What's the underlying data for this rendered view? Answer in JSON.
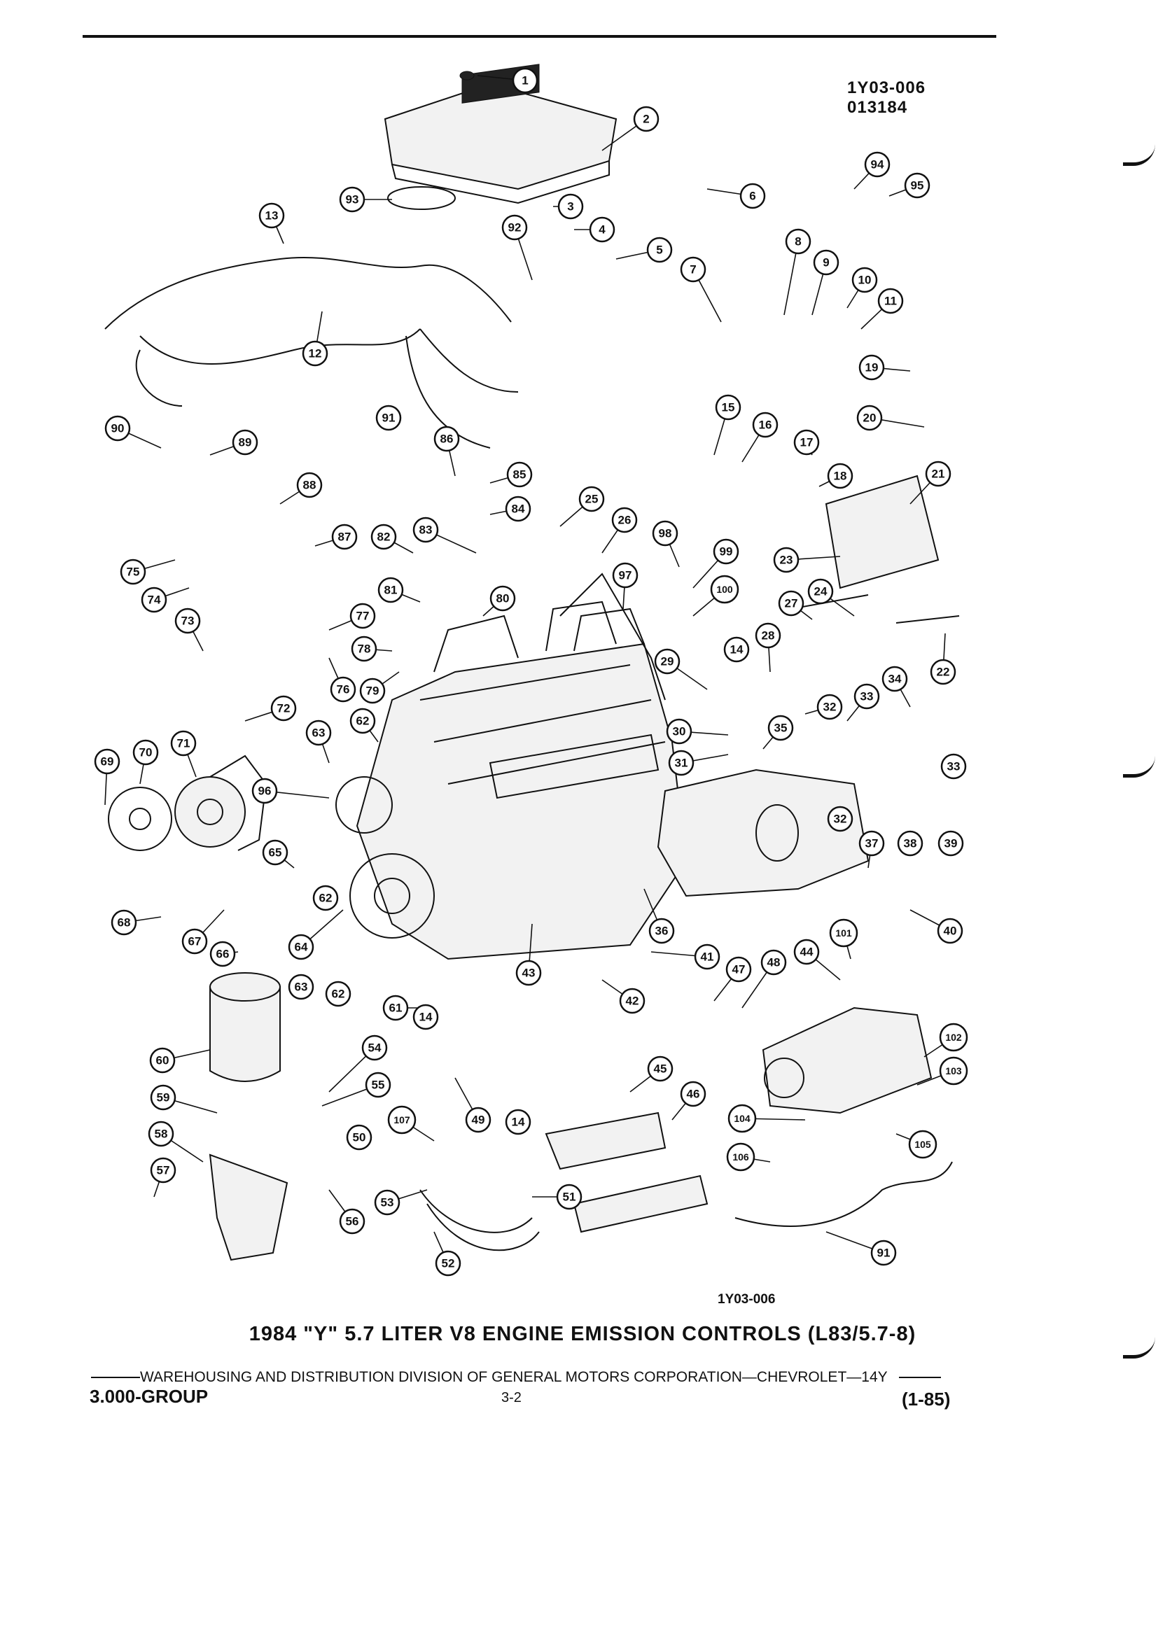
{
  "header": {
    "ref_code_line1": "1Y03-006",
    "ref_code_line2": "013184"
  },
  "diagram": {
    "callouts": [
      "1",
      "2",
      "3",
      "4",
      "5",
      "6",
      "7",
      "8",
      "9",
      "10",
      "11",
      "12",
      "13",
      "14",
      "15",
      "16",
      "17",
      "18",
      "19",
      "20",
      "21",
      "22",
      "23",
      "24",
      "25",
      "26",
      "27",
      "28",
      "29",
      "30",
      "31",
      "32",
      "33",
      "34",
      "35",
      "36",
      "37",
      "38",
      "39",
      "40",
      "41",
      "42",
      "43",
      "44",
      "45",
      "46",
      "47",
      "48",
      "49",
      "50",
      "51",
      "52",
      "53",
      "54",
      "55",
      "56",
      "57",
      "58",
      "59",
      "60",
      "61",
      "62",
      "63",
      "64",
      "65",
      "66",
      "67",
      "68",
      "69",
      "70",
      "71",
      "72",
      "73",
      "74",
      "75",
      "76",
      "77",
      "78",
      "79",
      "80",
      "81",
      "82",
      "83",
      "84",
      "85",
      "86",
      "87",
      "88",
      "89",
      "90",
      "91",
      "92",
      "93",
      "94",
      "95",
      "96",
      "97",
      "98",
      "99",
      "100",
      "101",
      "102",
      "103",
      "104",
      "105",
      "106",
      "107"
    ],
    "caption_code": "1Y03-006"
  },
  "title": "1984 \"Y\" 5.7 LITER V8 ENGINE EMISSION CONTROLS (L83/5.7-8)",
  "footer": {
    "division_text": "WAREHOUSING AND DISTRIBUTION  DIVISION OF GENERAL MOTORS CORPORATION—CHEVROLET—14Y",
    "group": "3.000-GROUP",
    "page": "3-2",
    "date": "(1-85)"
  }
}
